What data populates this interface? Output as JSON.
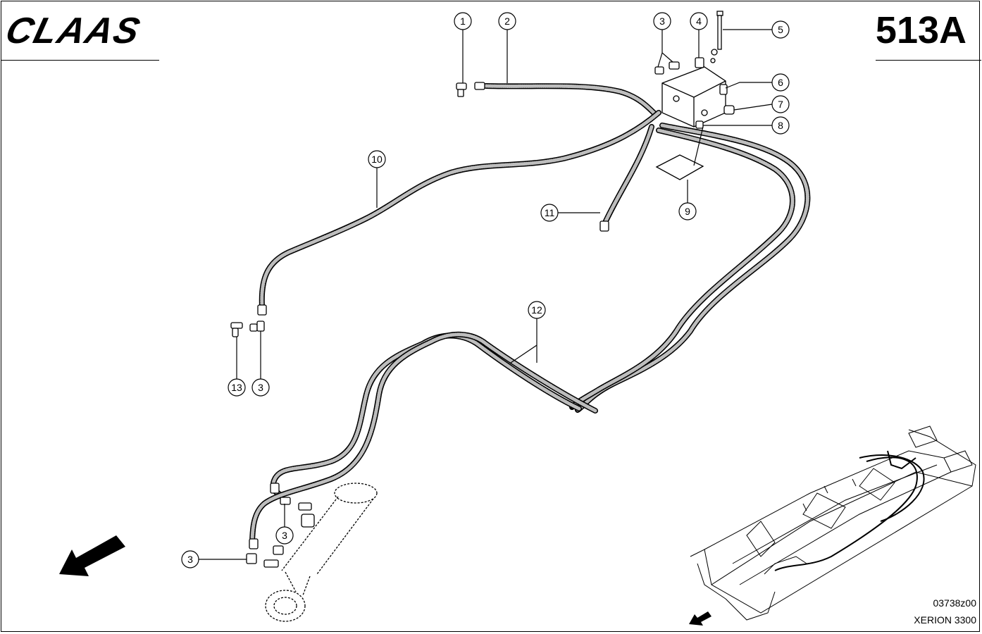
{
  "header": {
    "brand": "CLAAS",
    "sheet_number": "513A"
  },
  "footer": {
    "drawing_code": "03738z00",
    "model": "XERION 3300"
  },
  "callouts": [
    {
      "id": "c1",
      "label": "1"
    },
    {
      "id": "c2",
      "label": "2"
    },
    {
      "id": "c3a",
      "label": "3"
    },
    {
      "id": "c4",
      "label": "4"
    },
    {
      "id": "c5",
      "label": "5"
    },
    {
      "id": "c6",
      "label": "6"
    },
    {
      "id": "c7",
      "label": "7"
    },
    {
      "id": "c8",
      "label": "8"
    },
    {
      "id": "c9",
      "label": "9"
    },
    {
      "id": "c10",
      "label": "10"
    },
    {
      "id": "c11",
      "label": "11"
    },
    {
      "id": "c12",
      "label": "12"
    },
    {
      "id": "c13",
      "label": "13"
    },
    {
      "id": "c3b",
      "label": "3"
    },
    {
      "id": "c3c",
      "label": "3"
    },
    {
      "id": "c3d",
      "label": "3"
    }
  ],
  "colors": {
    "line": "#000000",
    "hose_fill": "#bdbdbd",
    "background": "#ffffff"
  }
}
